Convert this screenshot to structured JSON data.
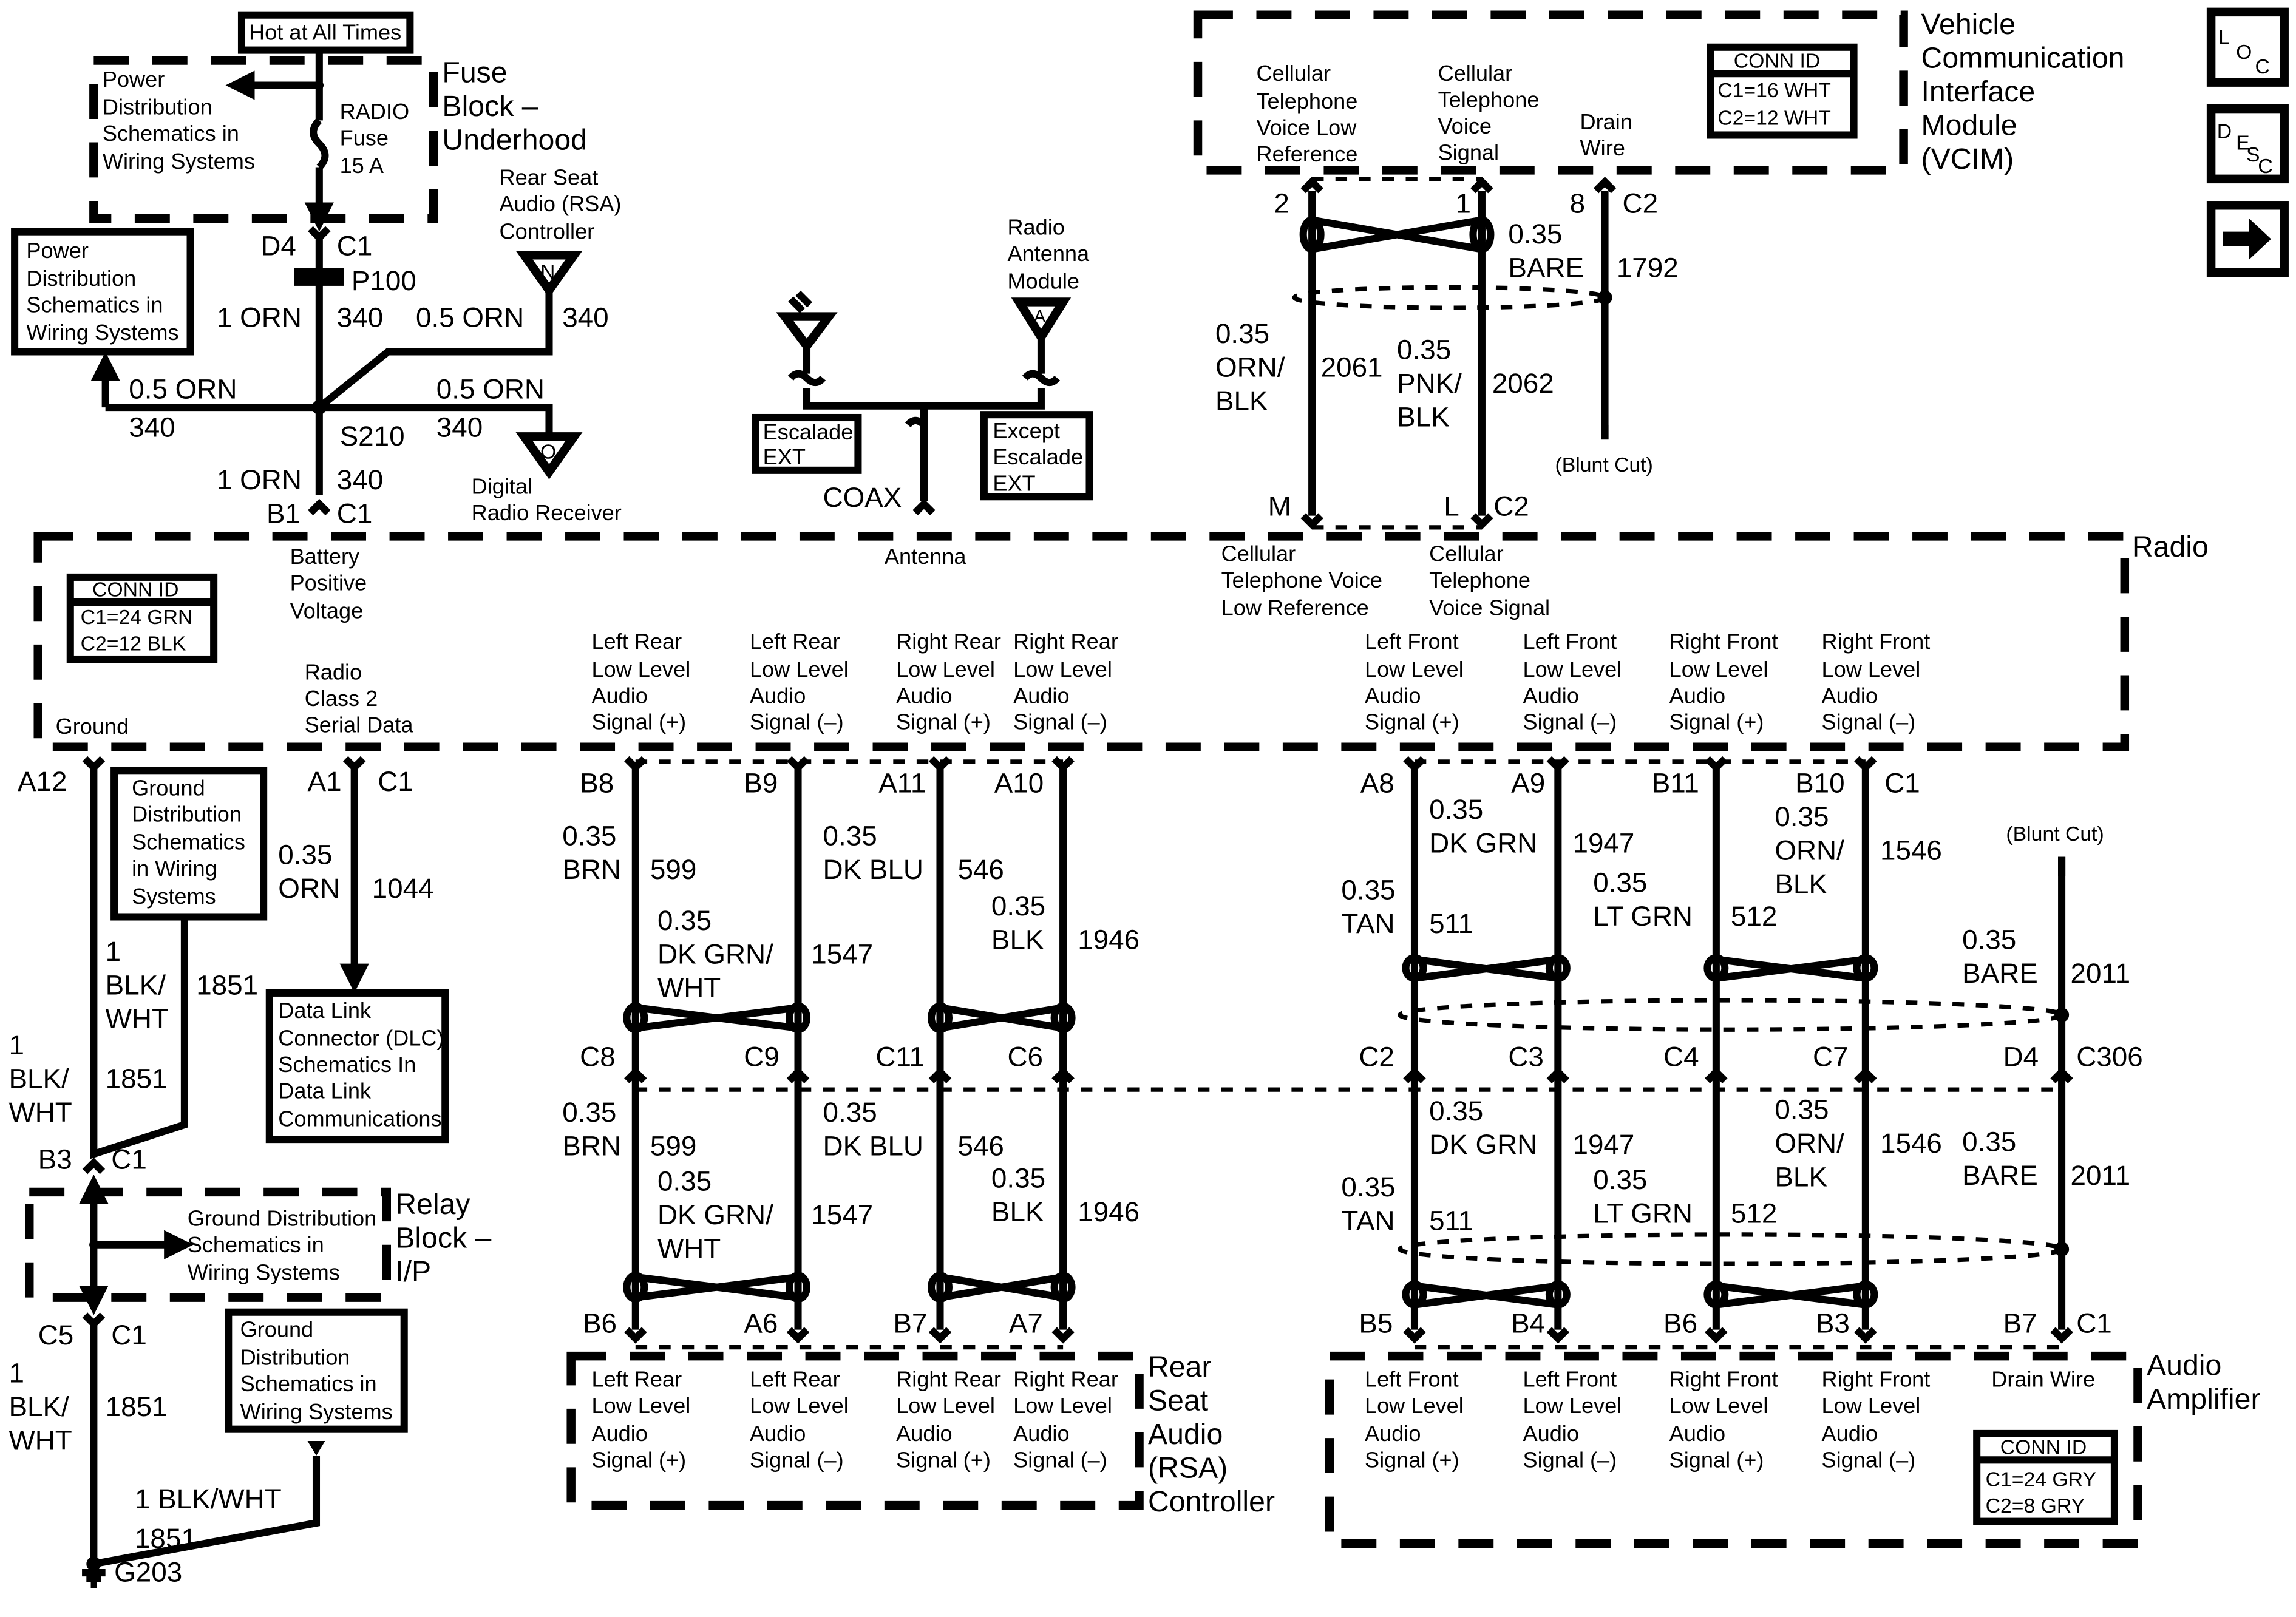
{
  "nav": {
    "loc_label": "LOC",
    "desc_label": "DESC",
    "next_icon": "arrow-right-icon"
  },
  "headers": {
    "hot": "Hot at All Times",
    "fuse_block": [
      "Fuse",
      "Block –",
      "Underhood"
    ],
    "vcim": [
      "Vehicle",
      "Communication",
      "Interface",
      "Module",
      "(VCIM)"
    ],
    "radio": "Radio",
    "relay_block": [
      "Relay",
      "Block –",
      "I/P"
    ],
    "rsa": [
      "Rear",
      "Seat",
      "Audio",
      "(RSA)",
      "Controller"
    ],
    "amp": [
      "Audio",
      "Amplifier"
    ]
  },
  "power": {
    "pds_box": [
      "Power",
      "Distribution",
      "Schematics in",
      "Wiring Systems"
    ],
    "fuse": [
      "RADIO",
      "Fuse",
      "15 A"
    ],
    "pds_box2": [
      "Power",
      "Distribution",
      "Schematics in",
      "Wiring Systems"
    ],
    "d4": "D4",
    "c1a": "C1",
    "p100": "P100",
    "w1a": "1 ORN",
    "n340a": "340",
    "w05a": "0.5 ORN",
    "n340b": "340",
    "w05b": "0.5 ORN",
    "n340c": "340",
    "w05c": "0.5 ORN",
    "n340d": "340",
    "s210": "S210",
    "w1b": "1 ORN",
    "n340e": "340",
    "b1": "B1",
    "c1b": "C1",
    "rsa_ctrl": [
      "Rear Seat",
      "Audio (RSA)",
      "Controller"
    ],
    "tri_n": "N",
    "drr": [
      "Digital",
      "Radio Receiver"
    ],
    "tri_o": "O"
  },
  "antenna": {
    "ram": [
      "Radio",
      "Antenna",
      "Module"
    ],
    "tri_a": "A",
    "escalade_ext": [
      "Escalade",
      "EXT"
    ],
    "except": [
      "Except",
      "Escalade",
      "EXT"
    ],
    "coax": "COAX"
  },
  "vcim": {
    "t1": [
      "Cellular",
      "Telephone",
      "Voice Low",
      "Reference"
    ],
    "t2": [
      "Cellular",
      "Telephone",
      "Voice",
      "Signal"
    ],
    "t3": [
      "Drain",
      "Wire"
    ],
    "conn": [
      "CONN ID",
      "C1=16 WHT",
      "C2=12 WHT"
    ],
    "p2": "2",
    "p1": "1",
    "p8": "8",
    "c2": "C2",
    "bare": [
      "0.35",
      "BARE"
    ],
    "n1792": "1792",
    "orn": [
      "0.35",
      "ORN/",
      "BLK"
    ],
    "n2061": "2061",
    "pnk": [
      "0.35",
      "PNK/",
      "BLK"
    ],
    "n2062": "2062",
    "blunt": "(Blunt Cut)",
    "m": "M",
    "l": "L",
    "c2b": "C2"
  },
  "radio": {
    "conn": [
      "CONN ID",
      "C1=24 GRN",
      "C2=12 BLK"
    ],
    "battery": [
      "Battery",
      "Positive",
      "Voltage"
    ],
    "class2": [
      "Radio",
      "Class 2",
      "Serial Data"
    ],
    "ground": "Ground",
    "antenna": "Antenna",
    "cell_low": [
      "Cellular",
      "Telephone Voice",
      "Low Reference"
    ],
    "cell_sig": [
      "Cellular",
      "Telephone",
      "Voice Signal"
    ],
    "lr_plus": [
      "Left Rear",
      "Low Level",
      "Audio",
      "Signal (+)"
    ],
    "lr_minus": [
      "Left Rear",
      "Low Level",
      "Audio",
      "Signal (–)"
    ],
    "rr_plus": [
      "Right Rear",
      "Low Level",
      "Audio",
      "Signal (+)"
    ],
    "rr_minus": [
      "Right Rear",
      "Low Level",
      "Audio",
      "Signal (–)"
    ],
    "lf_plus": [
      "Left Front",
      "Low Level",
      "Audio",
      "Signal (+)"
    ],
    "lf_minus": [
      "Left Front",
      "Low Level",
      "Audio",
      "Signal (–)"
    ],
    "rf_plus": [
      "Right Front",
      "Low Level",
      "Audio",
      "Signal (+)"
    ],
    "rf_minus": [
      "Right Front",
      "Low Level",
      "Audio",
      "Signal (–)"
    ]
  },
  "ground": {
    "a12": "A12",
    "gds1": [
      "Ground",
      "Distribution",
      "Schematics",
      "in Wiring",
      "Systems"
    ],
    "w1": [
      "1",
      "BLK/",
      "WHT"
    ],
    "n1851a": "1851",
    "w2": [
      "1",
      "BLK/",
      "WHT"
    ],
    "n1851b": "1851",
    "b3": "B3",
    "c1": "C1",
    "gds2": [
      "Ground Distribution",
      "Schematics in",
      "Wiring Systems"
    ],
    "c5": "C5",
    "c1b": "C1",
    "w3": [
      "1",
      "BLK/",
      "WHT"
    ],
    "n1851c": "1851",
    "gds3": [
      "Ground",
      "Distribution",
      "Schematics in",
      "Wiring Systems"
    ],
    "w4": "1 BLK/WHT",
    "n1851d": "1851",
    "g203": "G203"
  },
  "class2": {
    "a1": "A1",
    "c1": "C1",
    "w": [
      "0.35",
      "ORN"
    ],
    "n1044": "1044",
    "dlc": [
      "Data Link",
      "Connector (DLC)",
      "Schematics In",
      "Data Link",
      "Communications"
    ]
  },
  "rear": {
    "top_pins": [
      "B8",
      "B9",
      "A11",
      "A10"
    ],
    "top_wires": [
      [
        "0.35",
        "BRN"
      ],
      [
        "0.35",
        "DK GRN/",
        "WHT"
      ],
      [
        "0.35",
        "DK BLU"
      ],
      [
        "0.35",
        "BLK"
      ]
    ],
    "top_circuits": [
      "599",
      "1547",
      "546",
      "1946"
    ],
    "mid_pins": [
      "C8",
      "C9",
      "C11",
      "C6"
    ],
    "bot_wires": [
      [
        "0.35",
        "BRN"
      ],
      [
        "0.35",
        "DK GRN/",
        "WHT"
      ],
      [
        "0.35",
        "DK BLU"
      ],
      [
        "0.35",
        "BLK"
      ]
    ],
    "bot_circuits": [
      "599",
      "1547",
      "546",
      "1946"
    ],
    "bot_pins": [
      "B6",
      "A6",
      "B7",
      "A7"
    ],
    "rsa_labels": [
      [
        "Left Rear",
        "Low Level",
        "Audio",
        "Signal (+)"
      ],
      [
        "Left Rear",
        "Low Level",
        "Audio",
        "Signal (–)"
      ],
      [
        "Right Rear",
        "Low Level",
        "Audio",
        "Signal (+)"
      ],
      [
        "Right Rear",
        "Low Level",
        "Audio",
        "Signal (–)"
      ]
    ]
  },
  "front": {
    "top_pins": [
      "A8",
      "A9",
      "B11",
      "B10"
    ],
    "c1": "C1",
    "top_wires": [
      [
        "0.35",
        "TAN"
      ],
      [
        "0.35",
        "DK GRN"
      ],
      [
        "0.35",
        "LT GRN"
      ],
      [
        "0.35",
        "ORN/",
        "BLK"
      ]
    ],
    "top_circuits": [
      "511",
      "1947",
      "512",
      "1546"
    ],
    "blunt": "(Blunt Cut)",
    "bare": [
      "0.35",
      "BARE"
    ],
    "n2011": "2011",
    "mid_pins": [
      "C2",
      "C3",
      "C4",
      "C7",
      "D4"
    ],
    "c306": "C306",
    "bot_wires": [
      [
        "0.35",
        "TAN"
      ],
      [
        "0.35",
        "DK GRN"
      ],
      [
        "0.35",
        "LT GRN"
      ],
      [
        "0.35",
        "ORN/",
        "BLK"
      ]
    ],
    "bot_circuits": [
      "511",
      "1947",
      "512",
      "1546"
    ],
    "bare2": [
      "0.35",
      "BARE"
    ],
    "n2011b": "2011",
    "bot_pins": [
      "B5",
      "B4",
      "B6",
      "B3",
      "B7"
    ],
    "c1b": "C1",
    "amp_labels": [
      [
        "Left Front",
        "Low Level",
        "Audio",
        "Signal (+)"
      ],
      [
        "Left Front",
        "Low Level",
        "Audio",
        "Signal (–)"
      ],
      [
        "Right Front",
        "Low Level",
        "Audio",
        "Signal (+)"
      ],
      [
        "Right Front",
        "Low Level",
        "Audio",
        "Signal (–)"
      ],
      [
        "Drain Wire"
      ]
    ],
    "amp_conn": [
      "CONN ID",
      "C1=24 GRY",
      "C2=8 GRY"
    ]
  }
}
